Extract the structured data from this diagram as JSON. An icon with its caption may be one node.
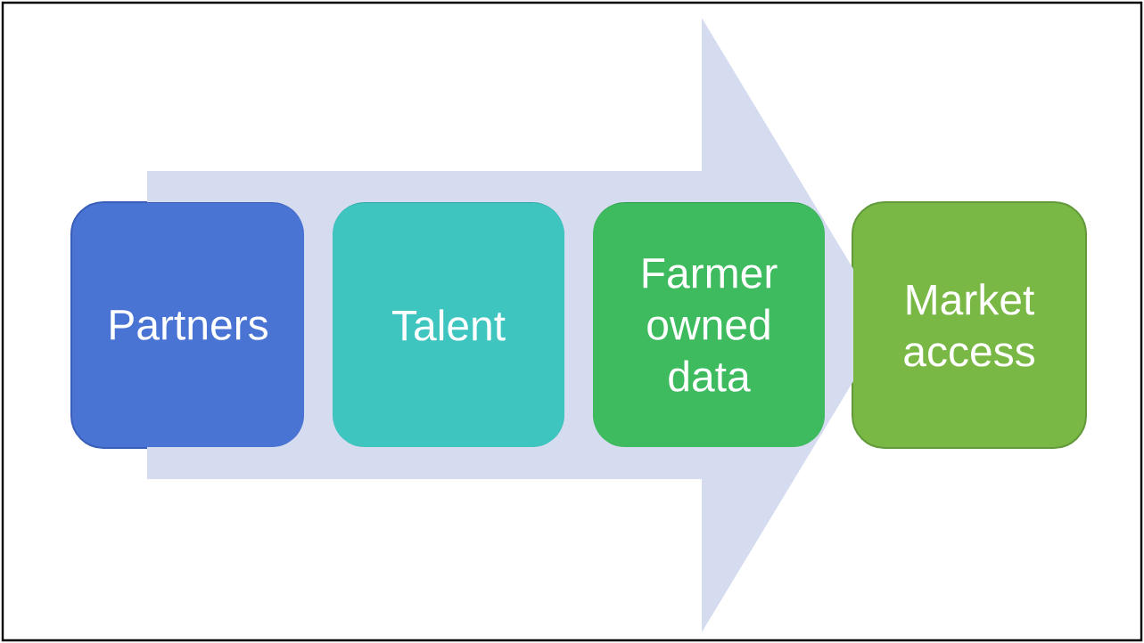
{
  "diagram": {
    "nodes": [
      {
        "text": [
          "Partners"
        ]
      },
      {
        "text": [
          "Talent"
        ]
      },
      {
        "text": [
          "Farmer owned data"
        ]
      },
      {
        "text": [
          "Market access"
        ]
      }
    ],
    "edges": [
      {
        "from": 0,
        "to": 3,
        "arrow": "to"
      }
    ]
  }
}
